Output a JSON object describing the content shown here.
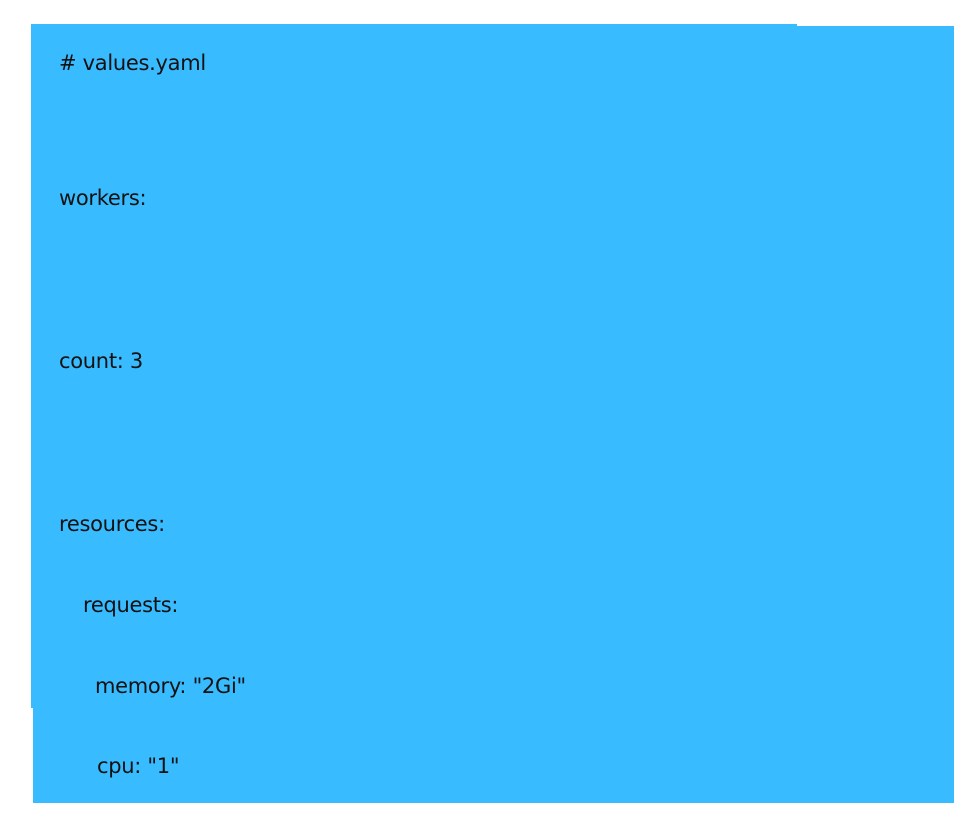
{
  "code": {
    "lines": [
      {
        "text": "# values.yaml",
        "indent": 0
      },
      {
        "text": "workers:",
        "indent": 0
      },
      {
        "text": "count: 3",
        "indent": 0
      },
      {
        "text": "resources:",
        "indent": 0
      },
      {
        "text": "requests:",
        "indent": 1
      },
      {
        "text": "memory: \"2Gi\"",
        "indent": 2
      },
      {
        "text": "cpu: \"1\"",
        "indent": 2
      }
    ]
  },
  "colors": {
    "background": "#38bbff",
    "text": "#111111"
  }
}
